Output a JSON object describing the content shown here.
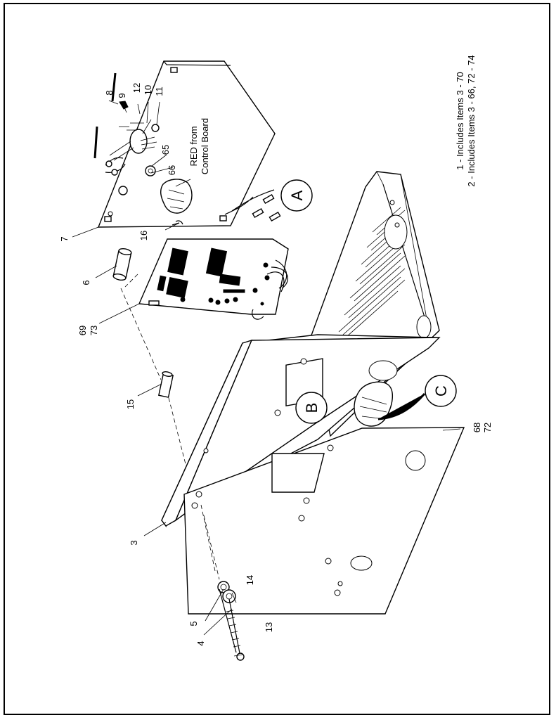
{
  "notes": {
    "note1": "1 - Includes Items 3 - 70",
    "note2": "2 - Includes Items 3 - 66, 72 - 74"
  },
  "callouts": {
    "a": "A",
    "b": "B",
    "c": "C"
  },
  "labels": {
    "l3": "3",
    "l4": "4",
    "l5": "5",
    "l6": "6",
    "l7": "7",
    "l8": "8",
    "l9": "9",
    "l10": "10",
    "l11": "11",
    "l12": "12",
    "l13": "13",
    "l14": "14",
    "l15": "15",
    "l16": "16",
    "l65": "65",
    "l66": "66",
    "l68": "68",
    "l69": "69",
    "l72": "72",
    "l73": "73",
    "red_line1": "RED from",
    "red_line2": "Control Board"
  }
}
